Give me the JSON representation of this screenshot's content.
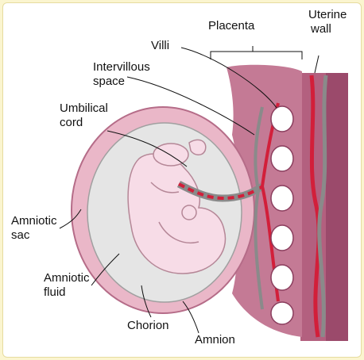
{
  "colors": {
    "background": "#fbf5cf",
    "amnion_outer": "#e9b5c6",
    "amniotic_fluid": "#e6e6e6",
    "fetus": "#f6dbe6",
    "placenta": "#b85a7a",
    "uterine_wall": "#8a3d5d",
    "artery": "#d21f3a",
    "vein": "#8a8a8a",
    "villi": "#ffffff"
  },
  "labels": {
    "placenta": "Placenta",
    "uterine_wall_1": "Uterine",
    "uterine_wall_2": "wall",
    "villi": "Villi",
    "intervillous_1": "Intervillous",
    "intervillous_2": "space",
    "umbilical_1": "Umbilical",
    "umbilical_2": "cord",
    "amniotic_sac_1": "Amniotic",
    "amniotic_sac_2": "sac",
    "amniotic_fluid_1": "Amniotic",
    "amniotic_fluid_2": "fluid",
    "chorion": "Chorion",
    "amnion": "Amnion"
  }
}
